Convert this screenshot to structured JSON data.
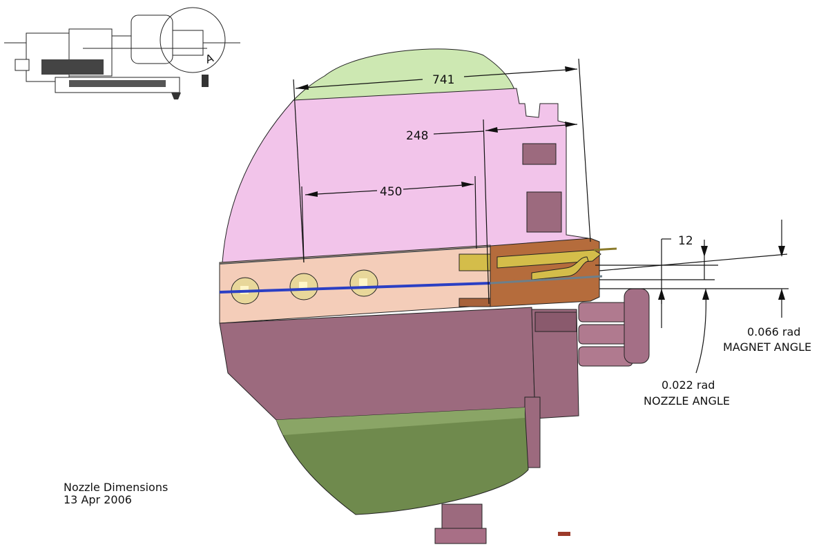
{
  "dimensions": {
    "d741": "741",
    "d248": "248",
    "d450": "450",
    "d12": "12"
  },
  "angles": {
    "magnet_value": "0.066 rad",
    "magnet_label": "MAGNET ANGLE",
    "nozzle_value": "0.022 rad",
    "nozzle_label": "NOZZLE ANGLE"
  },
  "caption": {
    "title": "Nozzle Dimensions",
    "date": "13 Apr 2006"
  },
  "inset": {
    "section_marker": "A"
  },
  "colors": {
    "green": "#cde8b2",
    "pink": "#f2c4ea",
    "maroon": "#9c6a7e",
    "olive": "#6f8a4d",
    "beam_pipe": "#f4cdb9",
    "copper": "#b56c3c",
    "blue_jet": "#2b3fc4",
    "brass": "#d4bd4a"
  }
}
